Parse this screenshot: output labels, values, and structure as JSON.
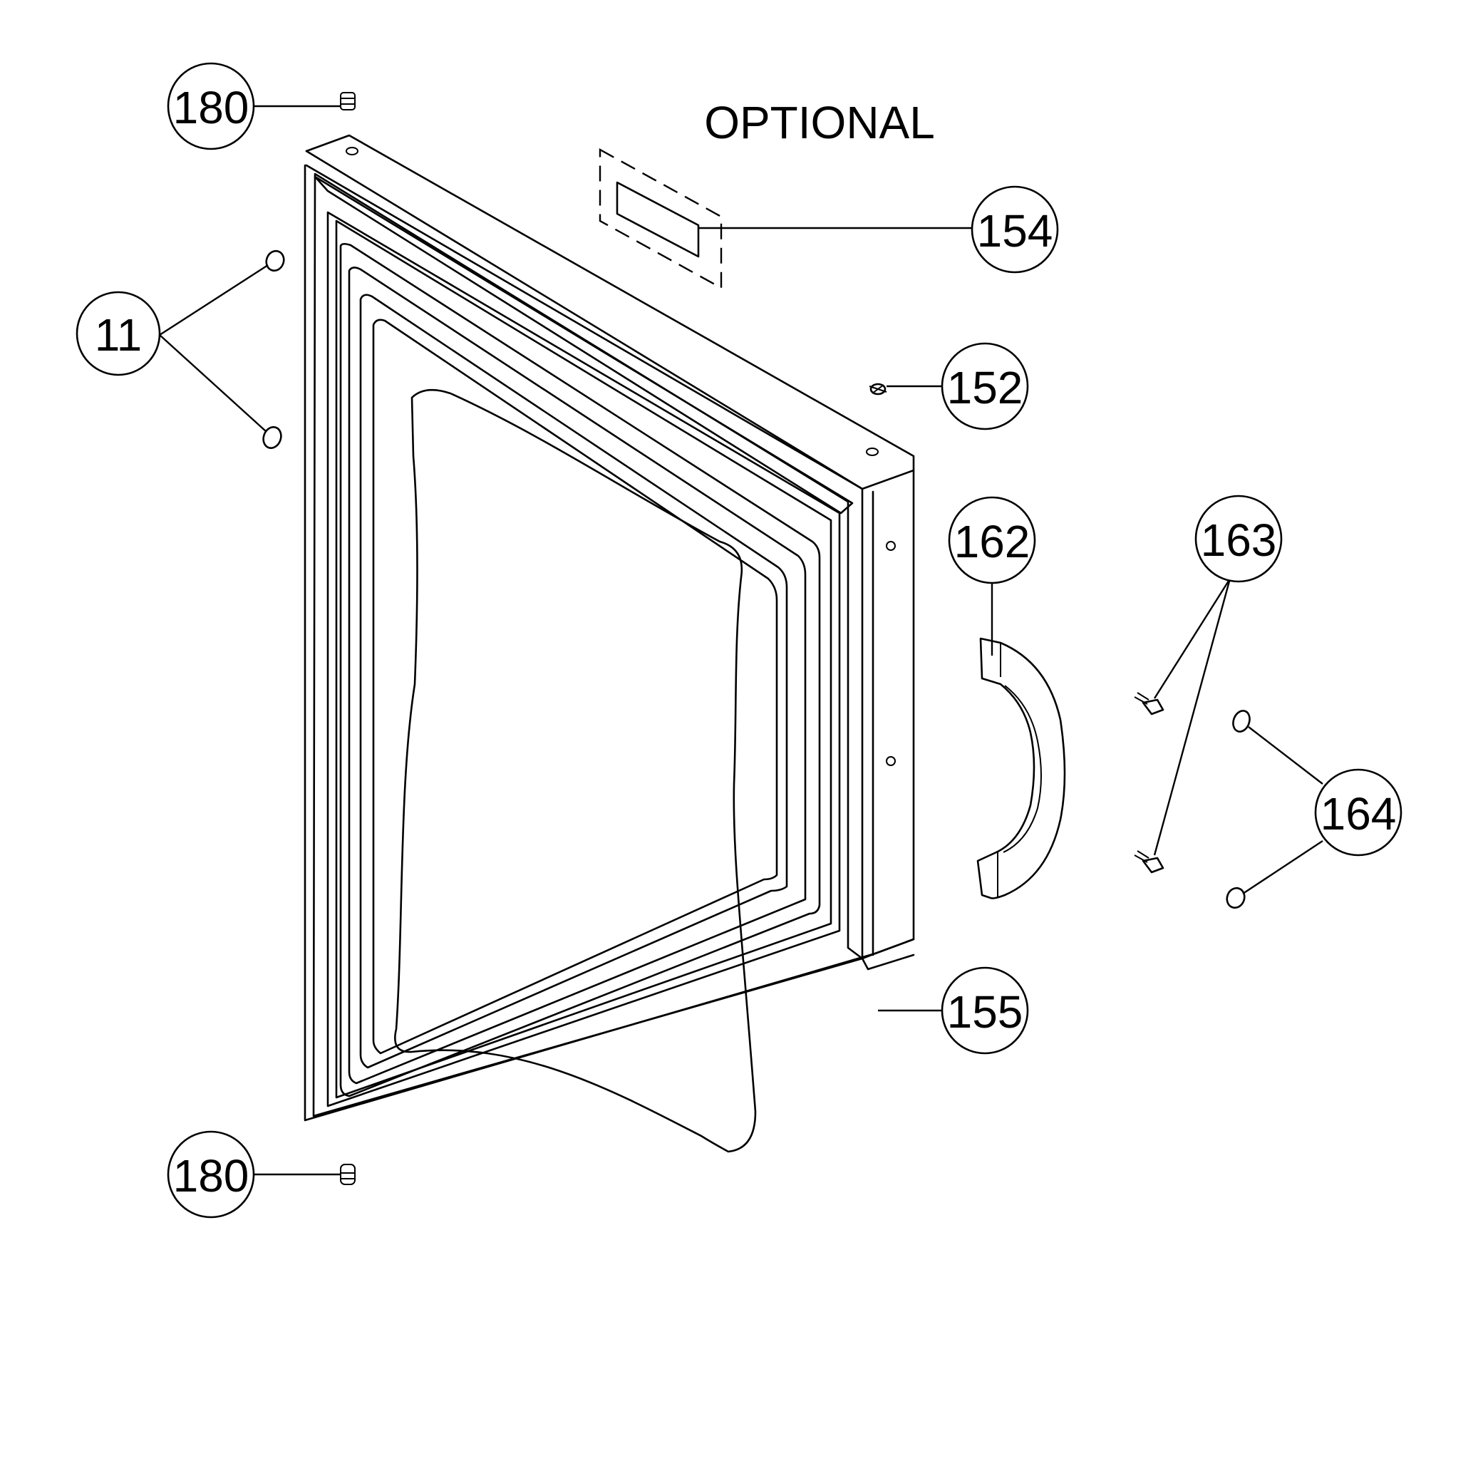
{
  "diagram": {
    "heading": "OPTIONAL",
    "callouts": {
      "c180_top": "180",
      "c154": "154",
      "c11": "11",
      "c152": "152",
      "c162": "162",
      "c163": "163",
      "c164": "164",
      "c155": "155",
      "c180_bottom": "180"
    }
  }
}
